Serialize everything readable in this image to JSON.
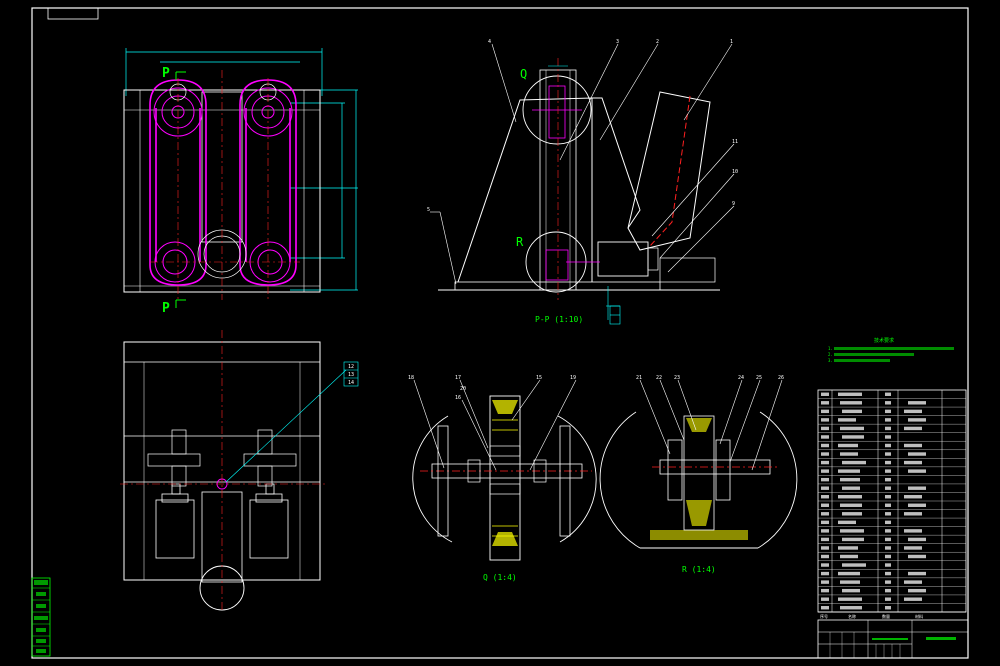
{
  "colors": {
    "background": "#000000",
    "frame": "#ffffff",
    "dimension": "#00ffff",
    "belt": "#ff00ff",
    "centerline": "#ff2020",
    "label": "#00ff00",
    "hatch": "#ffff00"
  },
  "views": {
    "front": {
      "section_top": "P",
      "section_bottom": "P"
    },
    "side": {
      "detail_q": "Q",
      "detail_r": "R",
      "caption": "P-P (1:10)",
      "balloons": [
        "4",
        "3",
        "2",
        "1",
        "5",
        "11",
        "10",
        "9"
      ]
    },
    "plan": {
      "balloons": [
        "12",
        "13",
        "14"
      ]
    },
    "detail_q": {
      "caption": "Q (1:4)",
      "balloons": [
        "18",
        "17",
        "16",
        "15",
        "19",
        "20"
      ]
    },
    "detail_r": {
      "caption": "R (1:4)",
      "balloons": [
        "21",
        "22",
        "23",
        "24",
        "25",
        "26"
      ]
    }
  },
  "notes": {
    "title": "技术要求",
    "lines": [
      "1.",
      "2.",
      "3."
    ]
  },
  "parts_list": {
    "header": [
      "序号",
      "名称",
      "数量",
      "材料"
    ],
    "row_count": 26
  }
}
